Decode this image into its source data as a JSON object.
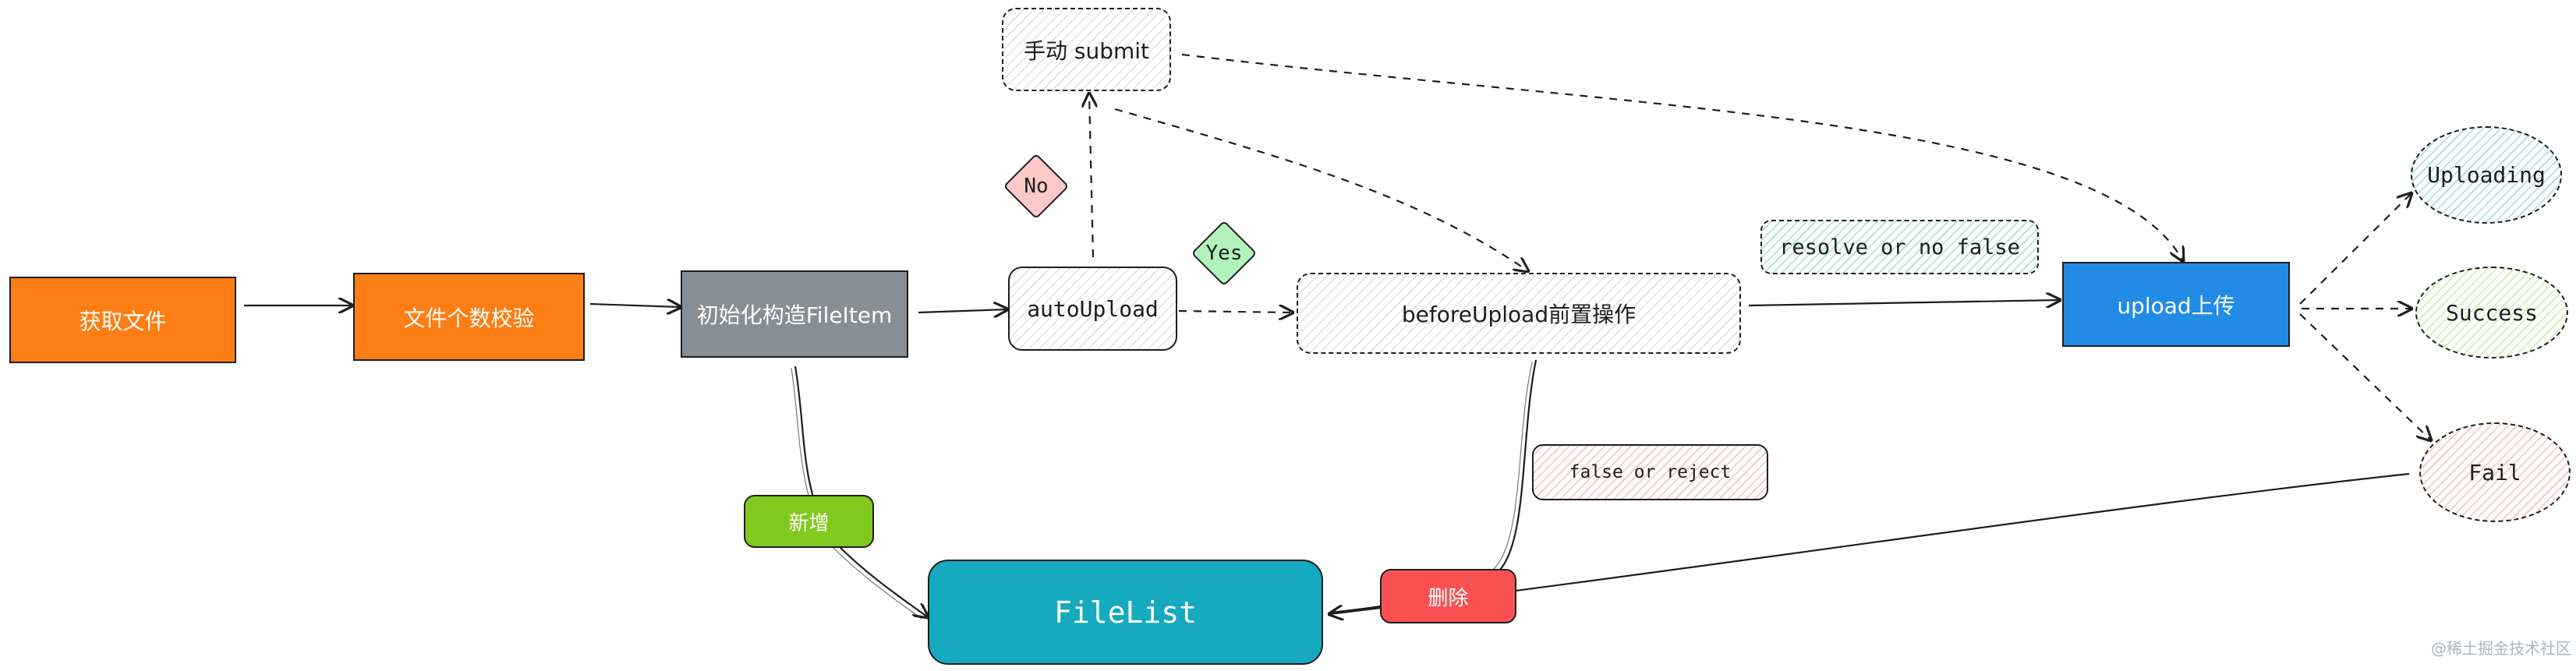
{
  "nodes": {
    "get_file": "获取文件",
    "count_check": "文件个数校验",
    "init_fileitem": "初始化构造FileItem",
    "auto_upload": "autoUpload",
    "manual_submit": "手动 submit",
    "before_upload": "beforeUpload前置操作",
    "upload": "upload上传",
    "uploading": "Uploading",
    "success": "Success",
    "fail": "Fail",
    "filelist": "FileList"
  },
  "labels": {
    "no": "No",
    "yes": "Yes",
    "resolve": "resolve or no false",
    "reject": "false or reject",
    "add": "新增",
    "delete": "删除"
  },
  "watermark": "@稀土掘金技术社区",
  "colors": {
    "orange": "#fd7e14",
    "gray": "#868e96",
    "blue": "#228be6",
    "teal": "#15aabf",
    "green": "#82c91e",
    "red": "#fa5252",
    "stroke": "#1e1e1e"
  }
}
